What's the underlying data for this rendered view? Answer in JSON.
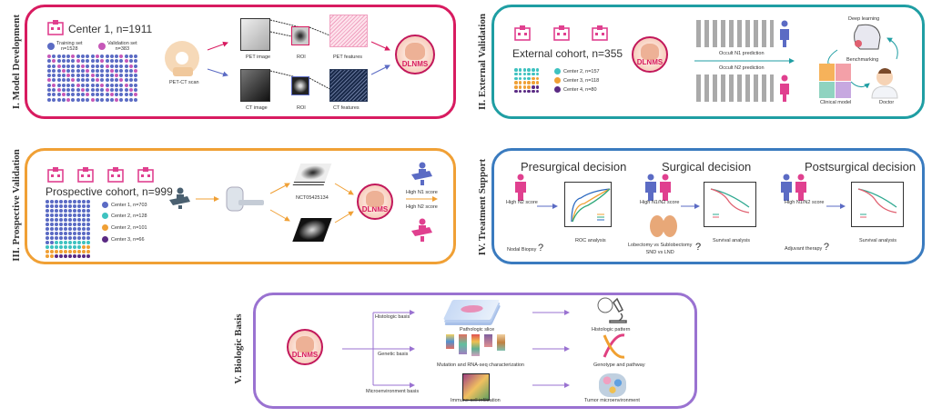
{
  "colors": {
    "panel1": "#d81b60",
    "panel2": "#1f9ea3",
    "panel3": "#f0a035",
    "panel4": "#3a7bbf",
    "panel5": "#9a72d1",
    "blue": "#5b6bc4",
    "pink": "#e0408f",
    "teal": "#3ec2c0",
    "orange": "#f0a035",
    "purple": "#5a2a83",
    "green": "#2ea87a",
    "red": "#e06070"
  },
  "model_name": "DLNMS",
  "panel1": {
    "label": "I. Model Development",
    "cohort": "Center 1, n=1911",
    "legend": [
      {
        "label": "Training set",
        "n": "n=1528"
      },
      {
        "label": "Validation set",
        "n": "n=383"
      }
    ],
    "scan": "PET-CT scan",
    "pet_image": "PET image",
    "roi": "ROI",
    "pet_features": "PET features",
    "ct_image": "CT image",
    "ct_features": "CT features"
  },
  "panel2": {
    "label": "II. External Validation",
    "cohort": "External cohort, n=355",
    "legend": [
      "Center 2, n=157",
      "Center 3, n=118",
      "Center 4, n=80"
    ],
    "n1": "Occult N1 prediction",
    "n2": "Occult N2 prediction",
    "deep_learning": "Deep learning",
    "benchmarking": "Benchmarking",
    "clinical_model": "Clinical model",
    "doctor": "Doctor"
  },
  "panel3": {
    "label": "III. Prospective Validation",
    "cohort": "Prospective cohort, n=999",
    "legend": [
      "Center 1, n=703",
      "Center 2, n=128",
      "Center 2, n=101",
      "Center 3, n=66"
    ],
    "trial": "NCT05425134",
    "high_n1": "High N1 score",
    "high_n2": "High N2 score"
  },
  "panel4": {
    "label": "IV. Treatment Support",
    "presurgical": {
      "title": "Presurgical decision",
      "score": "High N2 score",
      "analysis": "ROC analysis",
      "question": "Nodal Biopsy"
    },
    "surgical": {
      "title": "Surgical decision",
      "score": "High N1/N2 score",
      "analysis": "Survival analysis",
      "question1": "Lobectomy vs Sublobectomy",
      "question2": "SND vs LND"
    },
    "postsurgical": {
      "title": "Postsurgical decision",
      "score": "High N1/N2 score",
      "analysis": "Survival analysis",
      "question": "Adjuvant therapy"
    },
    "qmark": "?"
  },
  "panel5": {
    "label": "V. Biologic Basis",
    "histologic_basis": "Histologic basis",
    "genetic_basis": "Genetic basis",
    "micro_basis": "Microenvironment basis",
    "slice": "Pathologic slice",
    "mutation": "Mutation and RNA-seq characterization",
    "immune": "Immune cell infiltration",
    "histologic_pattern": "Histologic pattern",
    "genotype": "Genotype and pathway",
    "tumor_micro": "Tumor microenvironment"
  }
}
